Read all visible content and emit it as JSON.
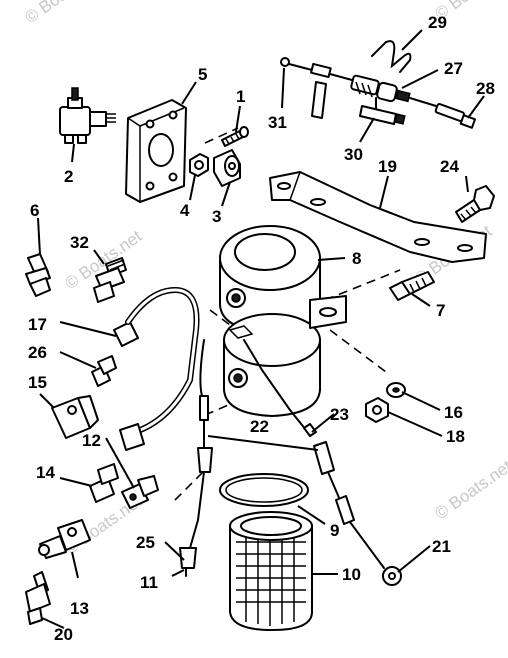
{
  "watermark": "© Boats.net",
  "callouts": {
    "c1": "1",
    "c2": "2",
    "c3": "3",
    "c4": "4",
    "c5": "5",
    "c6": "6",
    "c7": "7",
    "c8": "8",
    "c9": "9",
    "c10": "10",
    "c11": "11",
    "c12": "12",
    "c13": "13",
    "c14": "14",
    "c15": "15",
    "c16": "16",
    "c17": "17",
    "c18": "18",
    "c19": "19",
    "c20": "20",
    "c21": "21",
    "c22": "22",
    "c23": "23",
    "c24": "24",
    "c25": "25",
    "c26": "26",
    "c27": "27",
    "c28": "28",
    "c29": "29",
    "c30": "30",
    "c31": "31",
    "c32": "32"
  }
}
